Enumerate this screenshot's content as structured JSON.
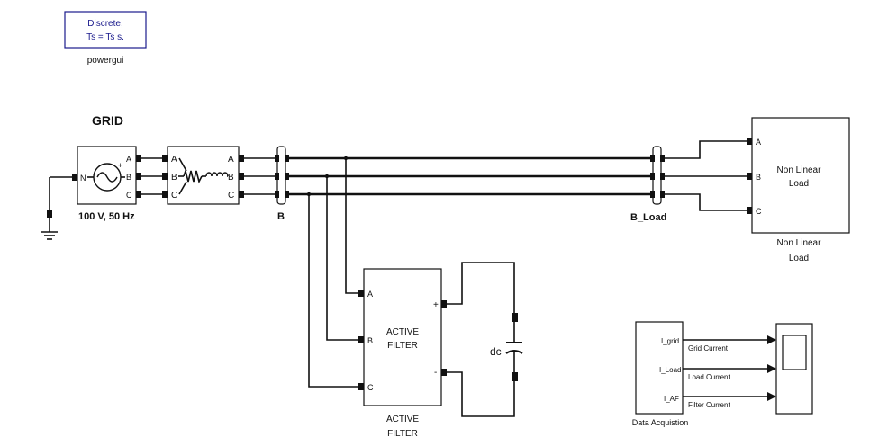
{
  "powergui": {
    "line1": "Discrete,",
    "line2": "Ts = Ts s.",
    "caption": "powergui"
  },
  "grid": {
    "title": "GRID",
    "source_label": "100 V, 50 Hz",
    "neutral_port": "N",
    "ports": [
      "A",
      "B",
      "C"
    ]
  },
  "impedance": {
    "ports": [
      "A",
      "B",
      "C"
    ]
  },
  "bus_b": {
    "label": "B"
  },
  "bus_load": {
    "label": "B_Load"
  },
  "load": {
    "title_line1": "Non Linear",
    "title_line2": "Load",
    "caption_line1": "Non Linear",
    "caption_line2": "Load",
    "ports": [
      "A",
      "B",
      "C"
    ]
  },
  "active_filter": {
    "title_line1": "ACTIVE",
    "title_line2": "FILTER",
    "caption_line1": "ACTIVE",
    "caption_line2": "FILTER",
    "ports": [
      "A",
      "B",
      "C"
    ],
    "plus": "+",
    "minus": "-"
  },
  "dc": {
    "label": "dc"
  },
  "data_acq": {
    "caption": "Data Acquistion",
    "ports": [
      "I_grid",
      "I_Load",
      "I_AF"
    ],
    "signals": [
      "Grid Current",
      "Load Current",
      "Filter Current"
    ]
  }
}
